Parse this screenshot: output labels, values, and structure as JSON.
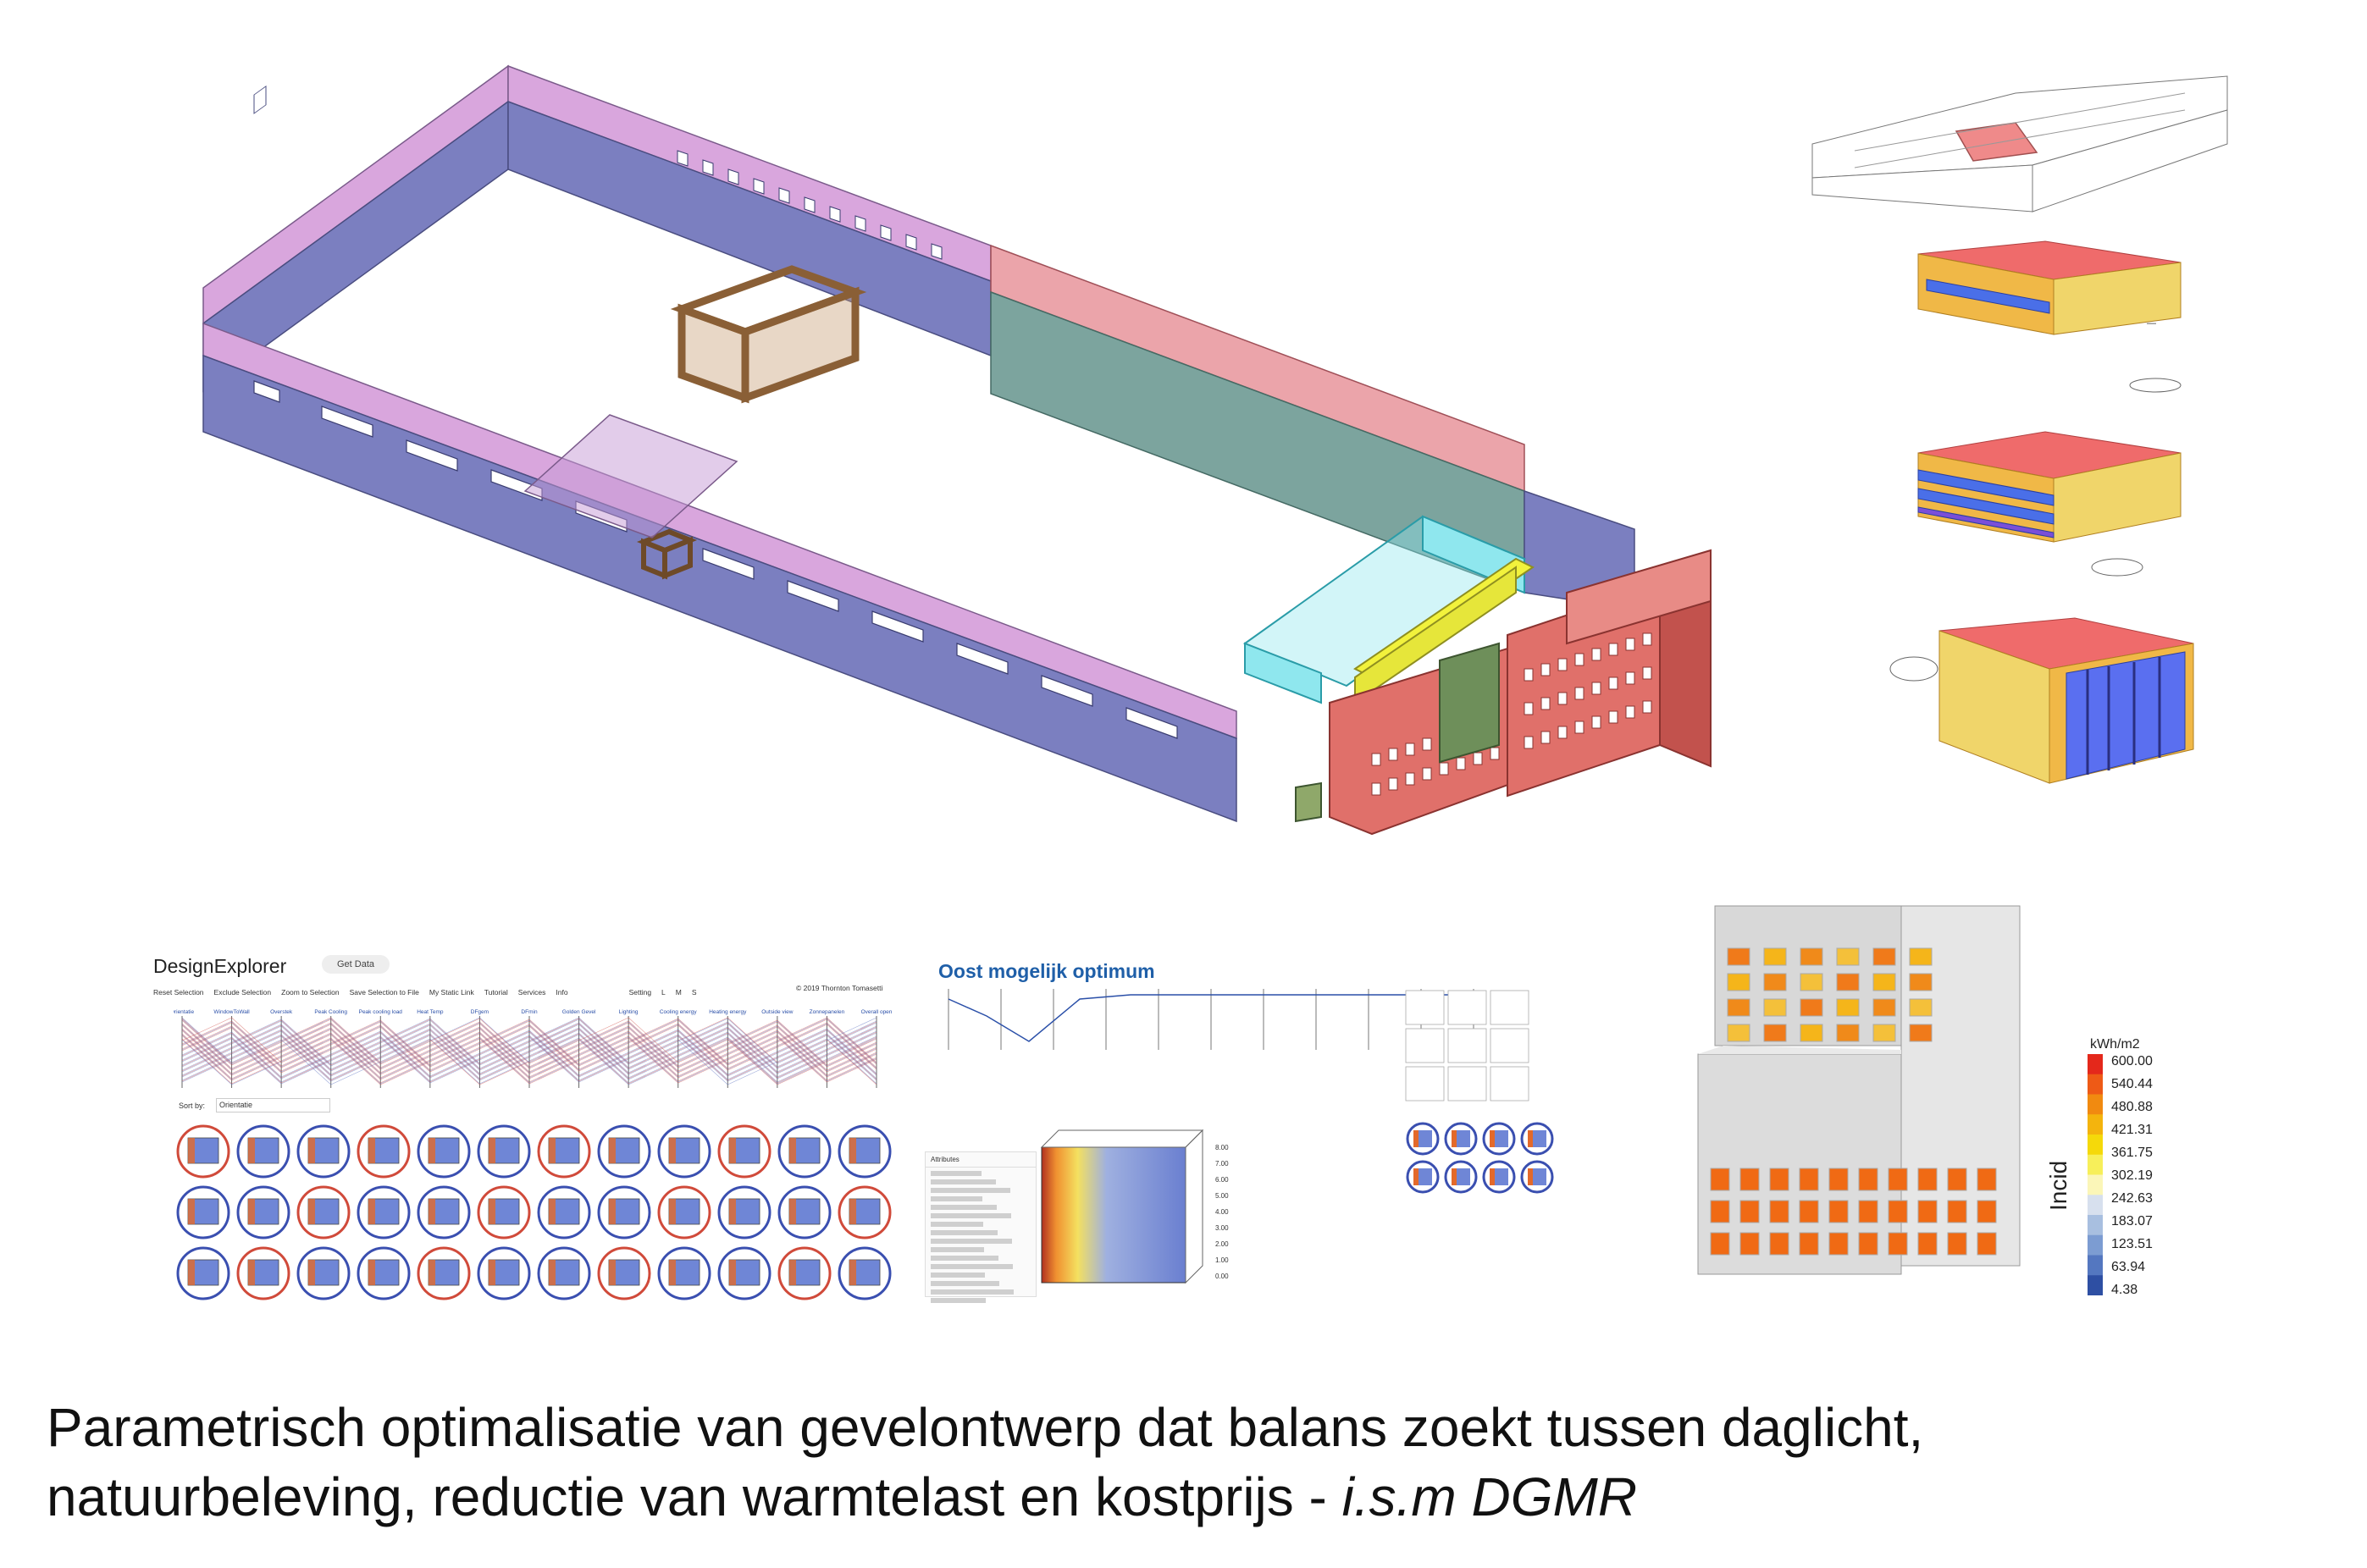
{
  "caption": {
    "line1": "Parametrisch optimalisatie van gevelontwerp dat balans zoekt tussen daglicht,",
    "line2_plain": "natuurbeleving, reductie van warmtelast en kostprijs - ",
    "line2_italic": "i.s.m DGMR"
  },
  "design_explorer": {
    "logo": "DesignExplorer",
    "get_data_button": "Get Data",
    "toolbar": [
      "Reset Selection",
      "Exclude Selection",
      "Zoom to Selection",
      "Save Selection to File",
      "My Static Link",
      "Tutorial",
      "Services",
      "Info"
    ],
    "setting_label": "Setting",
    "size_options": [
      "L",
      "M",
      "S"
    ],
    "copyright": "© 2019 Thornton Tomasetti",
    "sort_label": "Sort by:",
    "sort_value": "Orientatie",
    "axis_labels": [
      "Orientatie",
      "WindowToWall",
      "Overstek",
      "Peak Cooling",
      "Peak cooling load",
      "Heat Temp",
      "DFgem",
      "DFmin",
      "Golden Gevel",
      "Lighting",
      "Cooling energy",
      "Heating energy",
      "Outside view",
      "Zonnepanelen",
      "Overall open"
    ]
  },
  "oost": {
    "title": "Oost mogelijk optimum",
    "attributes_title": "Attributes",
    "colorbar_labels": [
      "8.00",
      "7.00",
      "6.00",
      "5.00",
      "4.00",
      "3.00",
      "2.00",
      "1.00",
      "0.00"
    ]
  },
  "heatmap_legend": {
    "unit": "kWh/m2",
    "colors": [
      "#e4281b",
      "#ee5a16",
      "#f18a10",
      "#f4b40d",
      "#f5d90a",
      "#f7ef5a",
      "#fbf6b8",
      "#d7e0ee",
      "#a8bfe0",
      "#7c9cd2",
      "#5477c0",
      "#2e4fa3"
    ],
    "labels": [
      "600.00",
      "540.44",
      "480.88",
      "421.31",
      "361.75",
      "302.19",
      "242.63",
      "183.07",
      "123.51",
      "63.94",
      "4.38"
    ],
    "side_label": "Incid"
  },
  "colors": {
    "facade_blue": "#7b7fc0",
    "facade_pink": "#d9a6dd",
    "facade_red": "#e0706a",
    "facade_cyan": "#8fe7ee",
    "facade_yellow": "#f2f23c",
    "facade_teal": "#7fa79a",
    "facade_brown": "#9a7450"
  }
}
